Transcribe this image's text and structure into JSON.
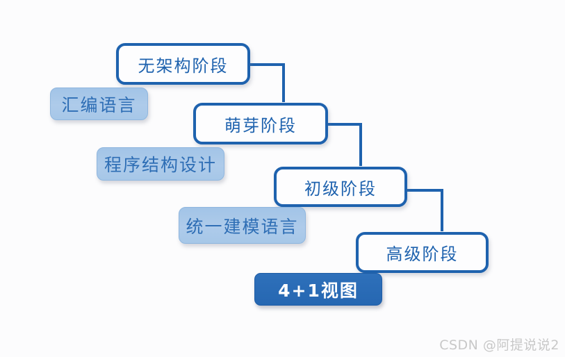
{
  "page": {
    "background": "#fcfcfd",
    "description": "Software architecture development stages diagram"
  },
  "colors": {
    "stage_border": "#1e62ae",
    "stage_fill": "#fdfdfe",
    "stage_text": "#1e62ae",
    "tech_fill": "#a9c8e9",
    "tech_text": "#2e6eb5",
    "highlight_fill": "#2a6cb8",
    "highlight_text": "#ffffff",
    "connector": "#1e62ae",
    "watermark_text_color": "#c8c8c8"
  },
  "diagram": {
    "nodes": [
      {
        "type": "stage",
        "label": "无架构阶段"
      },
      {
        "type": "tech",
        "label": "汇编语言"
      },
      {
        "type": "stage",
        "label": "萌芽阶段"
      },
      {
        "type": "tech",
        "label": "程序结构设计"
      },
      {
        "type": "stage",
        "label": "初级阶段"
      },
      {
        "type": "tech",
        "label": "统一建模语言"
      },
      {
        "type": "stage",
        "label": "高级阶段"
      },
      {
        "type": "highlight",
        "label": "4+1视图"
      }
    ],
    "connections": [
      {
        "from": "无架构阶段",
        "to": "萌芽阶段"
      },
      {
        "from": "萌芽阶段",
        "to": "初级阶段"
      },
      {
        "from": "初级阶段",
        "to": "高级阶段"
      }
    ]
  },
  "watermark": {
    "text": "CSDN @阿提说说2"
  }
}
